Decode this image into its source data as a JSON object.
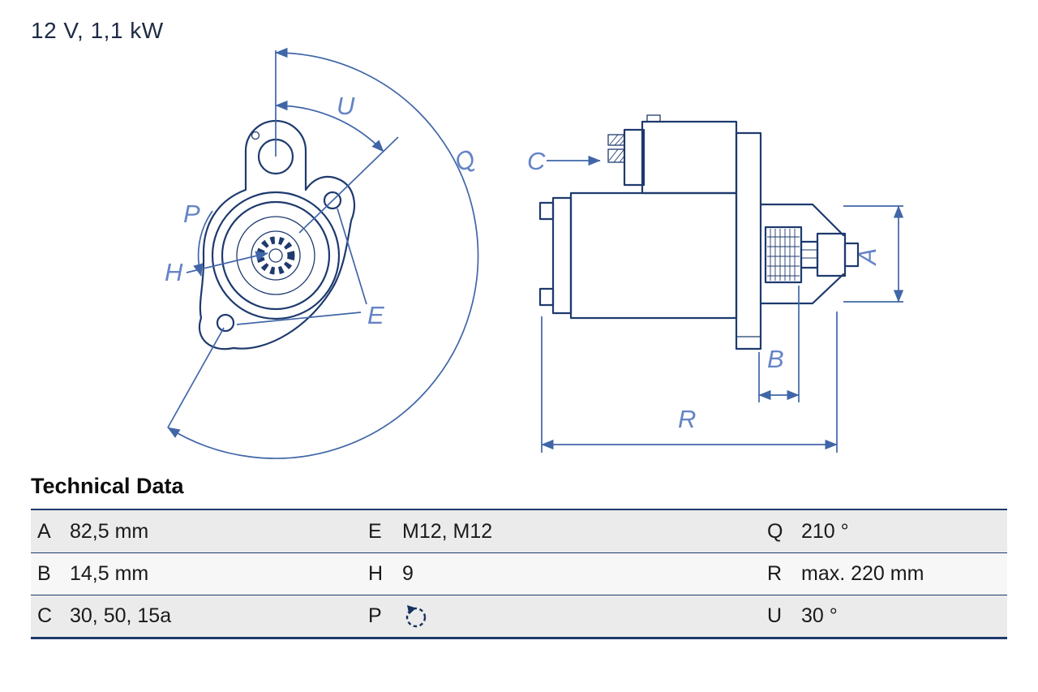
{
  "title": "12 V, 1,1 kW",
  "drawing": {
    "description": "starter-motor two-view technical drawing",
    "labels": {
      "U": "U",
      "Q": "Q",
      "P": "P",
      "H": "H",
      "E": "E",
      "C": "C",
      "A": "A",
      "B": "B",
      "R": "R"
    }
  },
  "technical_data": {
    "heading": "Technical Data",
    "rows": [
      {
        "cells": [
          {
            "key": "A",
            "value": "82,5 mm"
          },
          {
            "key": "E",
            "value": "M12, M12"
          },
          {
            "key": "Q",
            "value": "210 °"
          }
        ]
      },
      {
        "cells": [
          {
            "key": "B",
            "value": "14,5 mm"
          },
          {
            "key": "H",
            "value": "9"
          },
          {
            "key": "R",
            "value": "max. 220 mm"
          }
        ]
      },
      {
        "cells": [
          {
            "key": "C",
            "value": "30, 50, 15a"
          },
          {
            "key": "P",
            "value": "",
            "icon": "rotation-ccw-icon"
          },
          {
            "key": "U",
            "value": "30 °"
          }
        ]
      }
    ]
  },
  "colors": {
    "outline": "#1e3a6e",
    "dimension": "#4066a8",
    "label": "#6484c6",
    "row_alt": "#ebebeb",
    "row_base": "#f7f7f7",
    "border": "#1e3a6e",
    "text": "#1a1a1a",
    "title": "#1d2a44"
  }
}
